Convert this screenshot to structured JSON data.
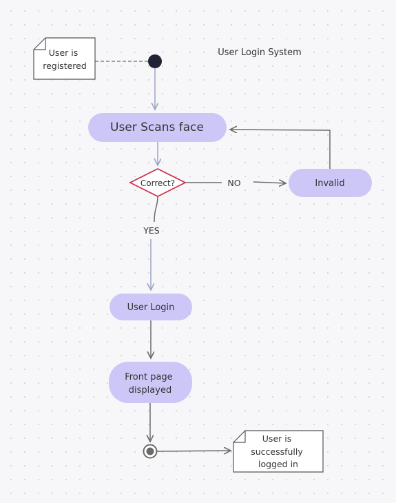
{
  "title": "User Login System",
  "notes": {
    "registered": [
      "User is",
      "registered"
    ],
    "logged_in": [
      "User is",
      "successfully",
      "logged in"
    ]
  },
  "nodes": {
    "scan_face": "User Scans face",
    "decision": "Correct?",
    "invalid": "Invalid",
    "user_login": "User Login",
    "front_page": [
      "Front page",
      "displayed"
    ]
  },
  "edge_labels": {
    "no": "NO",
    "yes": "YES"
  },
  "colors": {
    "node_fill": "#cdc7f7",
    "decision_stroke": "#d0334f",
    "flow_arrow": "#9da3c4",
    "connector": "#6a6a6a",
    "start_dot": "#222236"
  }
}
